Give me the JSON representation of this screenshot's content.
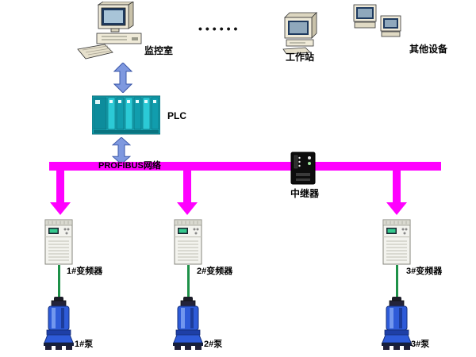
{
  "diagram": {
    "monitor_room": {
      "label": "监控室"
    },
    "ellipsis": "••••••",
    "workstation": {
      "label": "工作站"
    },
    "other_devices": {
      "label": "其他设备"
    },
    "plc": {
      "label": "PLC"
    },
    "bus": {
      "label": "PROFIBUS网络"
    },
    "repeater": {
      "label": "中继器"
    },
    "vfds": [
      {
        "label": "1#变频器"
      },
      {
        "label": "2#变频器"
      },
      {
        "label": "3#变频器"
      }
    ],
    "pumps": [
      {
        "label": "1#泵"
      },
      {
        "label": "2#泵"
      },
      {
        "label": "3#泵"
      }
    ],
    "colors": {
      "bus_magenta": "#FF00FF",
      "arrow_blue": "#7E98DF",
      "link_green": "#1E9148",
      "plc_teal": "#15A9B8",
      "pump_blue": "#2E5BD8"
    }
  }
}
